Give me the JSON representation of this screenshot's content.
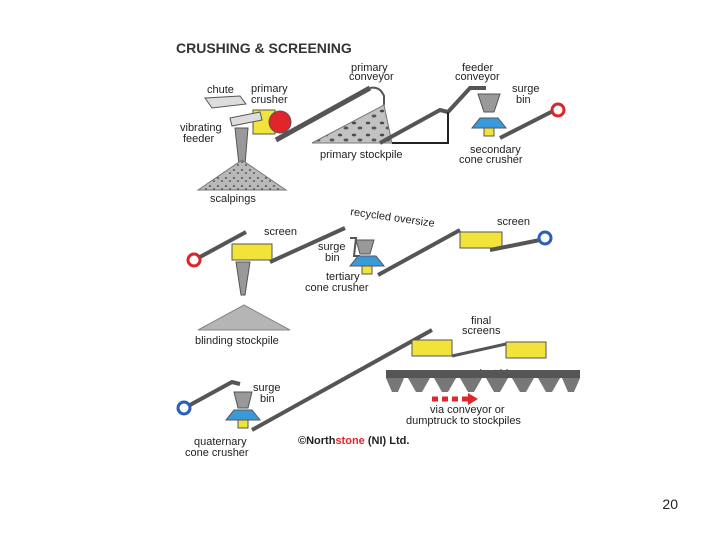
{
  "slide": {
    "title": "CRUSHING & SCREENING",
    "page_number": "20"
  },
  "labels": {
    "chute": "chute",
    "primary_crusher": [
      "primary",
      "crusher"
    ],
    "vibrating_feeder": [
      "vibrating",
      "feeder"
    ],
    "scalpings": "scalpings",
    "primary_conveyor": [
      "primary",
      "conveyor"
    ],
    "primary_stockpile": "primary stockpile",
    "feeder_conveyor": [
      "feeder",
      "conveyor"
    ],
    "surge_bin_1": [
      "surge",
      "bin"
    ],
    "secondary_cone_crusher": [
      "secondary",
      "cone crusher"
    ],
    "screen_1": "screen",
    "recycled_oversize": "recycled oversize",
    "surge_bin_2": [
      "surge",
      "bin"
    ],
    "tertiary_cone_crusher": [
      "tertiary",
      "cone crusher"
    ],
    "screen_2": "screen",
    "blinding_stockpile": "blinding stockpile",
    "final_screens": [
      "final",
      "screens"
    ],
    "product_bins": "product bins",
    "surge_bin_3": [
      "surge",
      "bin"
    ],
    "quaternary_cone_crusher": [
      "quaternary",
      "cone crusher"
    ],
    "via_conveyor": [
      "via conveyor or",
      "dumptruck to stockpiles"
    ]
  },
  "copyright": {
    "symbol": "©",
    "brand_a": "North",
    "brand_b": "stone",
    "suffix": " (NI) Ltd."
  },
  "colors": {
    "machine_yellow": "#f2e33a",
    "crusher_red": "#e0262b",
    "cone_blue": "#3a9ad9",
    "marker_red": "#d9262b",
    "marker_blue": "#2a5fb8",
    "stockpile_gray": "#b5b5b5",
    "brand_red": "#e0262b"
  },
  "icons": [
    "red-arrow-marker-icon",
    "blue-arrow-marker-icon",
    "dashed-red-arrow-icon"
  ]
}
